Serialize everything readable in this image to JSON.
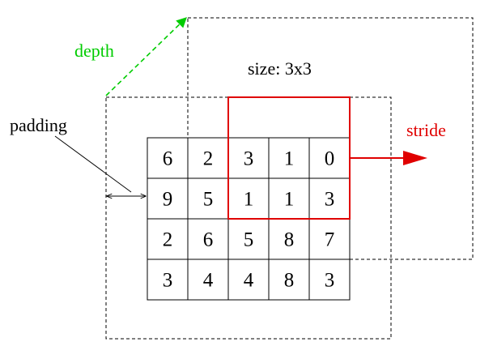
{
  "labels": {
    "depth": "depth",
    "size": "size: 3x3",
    "padding": "padding",
    "stride": "stride"
  },
  "grid": {
    "rows": [
      [
        "6",
        "2",
        "3",
        "1",
        "0"
      ],
      [
        "9",
        "5",
        "1",
        "1",
        "3"
      ],
      [
        "2",
        "6",
        "5",
        "8",
        "7"
      ],
      [
        "3",
        "4",
        "4",
        "8",
        "3"
      ]
    ]
  },
  "colors": {
    "depth": "#00cc00",
    "kernel": "#e00000",
    "stride": "#e00000",
    "lines": "#000000"
  }
}
